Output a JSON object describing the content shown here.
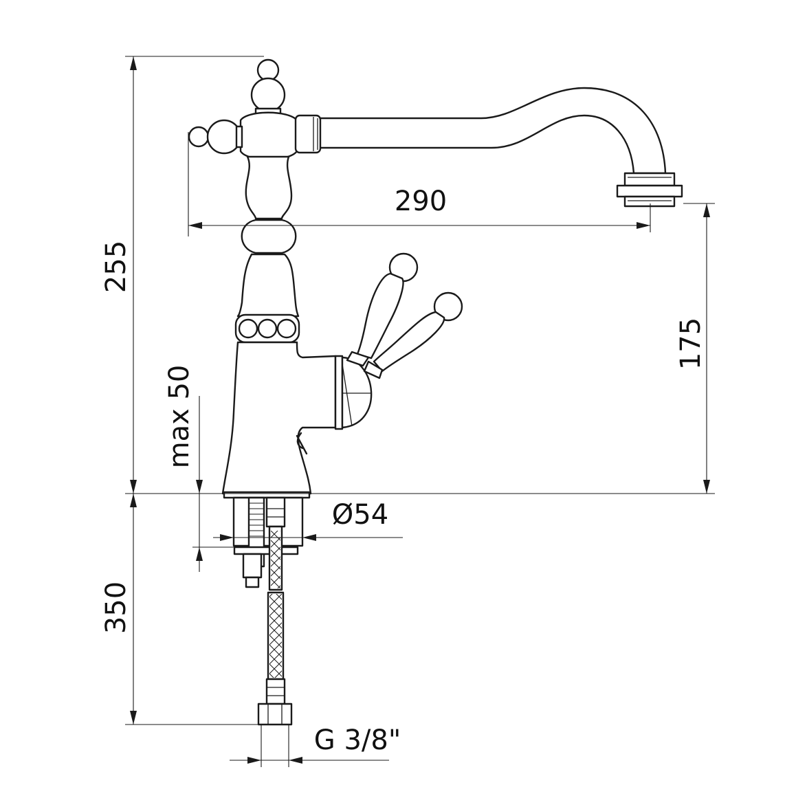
{
  "drawing": {
    "dimensions": {
      "total_height": "255",
      "spout_reach": "290",
      "spout_height": "175",
      "max_deck_thickness": "max 50",
      "base_diameter": "Ø54",
      "hose_length": "350",
      "hose_thread": "G 3/8\""
    }
  }
}
